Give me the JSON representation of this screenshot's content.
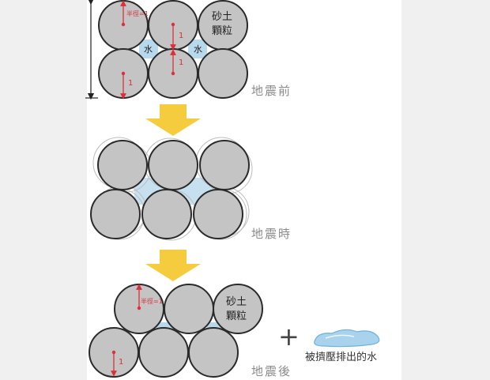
{
  "stages": {
    "before": "地震前",
    "during": "地震時",
    "after": "地震後"
  },
  "labels": {
    "grain": "砂土顆粒",
    "water": "水",
    "radius": "半徑=1",
    "one": "1"
  },
  "plus": "+",
  "expelled_water": "被擠壓排出的水",
  "colors": {
    "grain_fill": "#c4c4c4",
    "grain_stroke": "#2a2a2a",
    "water": "#b8d8ec",
    "arrow": "#f4cc3e",
    "dim_red": "#d9303a",
    "label_gray": "#8a8a8a"
  }
}
